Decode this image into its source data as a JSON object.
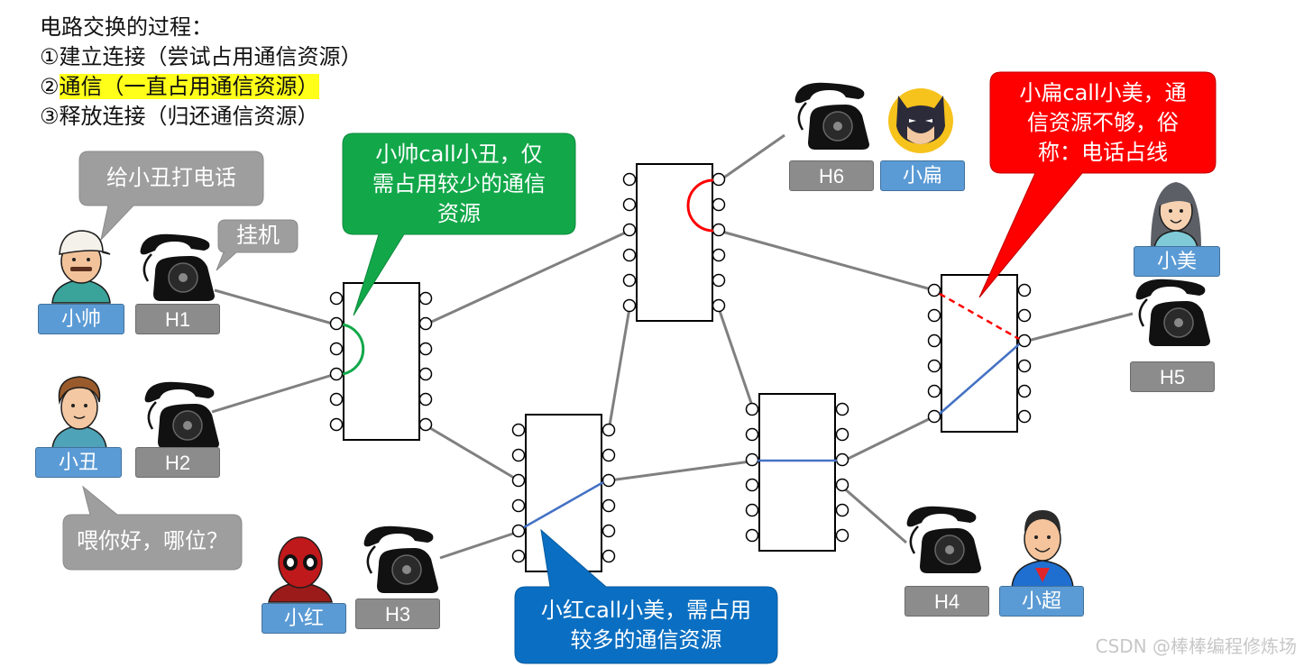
{
  "title": {
    "line1": "电路交换的过程：",
    "step1": "①建立连接（尝试占用通信资源）",
    "step2_marker": "②",
    "step2_text": "通信（一直占用通信资源）",
    "step3": "③释放连接（归还通信资源）"
  },
  "people": {
    "xiaoshuai": "小帅",
    "xiaochou": "小丑",
    "xiaohong": "小红",
    "xiaobian": "小扁",
    "xiaomei": "小美",
    "xiaochao": "小超"
  },
  "phones": {
    "h1": "H1",
    "h2": "H2",
    "h3": "H3",
    "h4": "H4",
    "h5": "H5",
    "h6": "H6"
  },
  "speech": {
    "call_xiaochou": "给小丑打电话",
    "hang_up": "挂机",
    "hello": "喂你好，哪位？"
  },
  "callouts": {
    "green": [
      "小帅call小丑，仅",
      "需占用较少的通信",
      "资源"
    ],
    "blue": [
      "小红call小美，需占用",
      "较多的通信资源"
    ],
    "red": [
      "小扁call小美，通",
      "信资源不够，俗",
      "称：电话占线"
    ]
  },
  "colors": {
    "green": "#12a84a",
    "blue_callout": "#0a6fc2",
    "red": "#ff0000",
    "link_blue": "#4472c4",
    "tag_blue": "#5b9bd5",
    "tag_grey": "#8c8c8c",
    "highlight": "#ffff1a"
  },
  "watermark": "CSDN @棒棒编程修炼场"
}
